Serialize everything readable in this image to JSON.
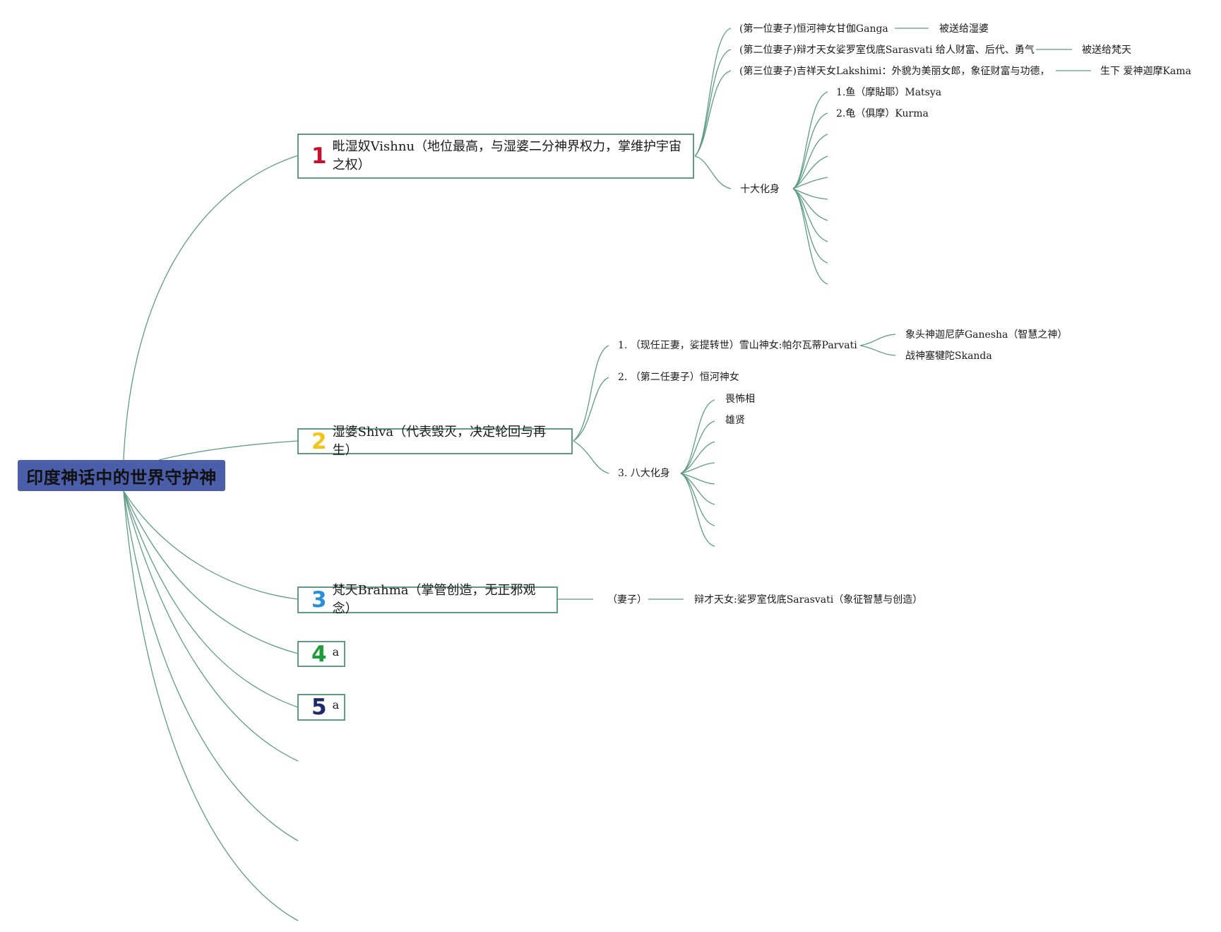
{
  "root": {
    "label": "印度神话中的世界守护神"
  },
  "branches": [
    {
      "number": "1",
      "number_color": "#c8102e",
      "label": "毗湿奴Vishnu（地位最高，与湿婆二分神界权力，掌维护宇宙之权）"
    },
    {
      "number": "2",
      "number_color": "#f0c419",
      "label": "湿婆Shiva（代表毁灭，决定轮回与再生）"
    },
    {
      "number": "3",
      "number_color": "#2a8fd6",
      "label": "梵天Brahma（掌管创造，无正邪观念）"
    },
    {
      "number": "4",
      "number_color": "#1e9b3a",
      "label": "a"
    },
    {
      "number": "5",
      "number_color": "#1b2a6b",
      "label": "a"
    }
  ],
  "vishnu": {
    "wife1": "(第一位妻子)恒河神女甘伽Ganga",
    "wife1_note": "被送给湿婆",
    "wife2": "(第二位妻子)辩才天女娑罗室伐底Sarasvati 给人财富、后代、勇气",
    "wife2_note": "被送给梵天",
    "wife3": "(第三位妻子)吉祥天女Lakshimi：外貌为美丽女郎，象征财富与功德，",
    "wife3_note": "生下 爱神迦摩Kama",
    "avatars_label": "十大化身",
    "avatar1": "1.鱼（摩貼耶）Matsya",
    "avatar2": "2.龟（俱摩）Kurma"
  },
  "shiva": {
    "wife1": "1. （现任正妻，娑提转世）雪山神女:帕尔瓦蒂Parvati",
    "child1": "象头神迦尼萨Ganesha（智慧之神）",
    "child2": "战神塞犍陀Skanda",
    "wife2": "2. （第二任妻子）恒河神女",
    "avatars_label": "3. 八大化身",
    "avatar1": "畏怖相",
    "avatar2": "雄贤"
  },
  "brahma": {
    "wife_label": "（妻子）",
    "wife": "辩才天女:娑罗室伐底Sarasvati（象征智慧与创造）"
  }
}
